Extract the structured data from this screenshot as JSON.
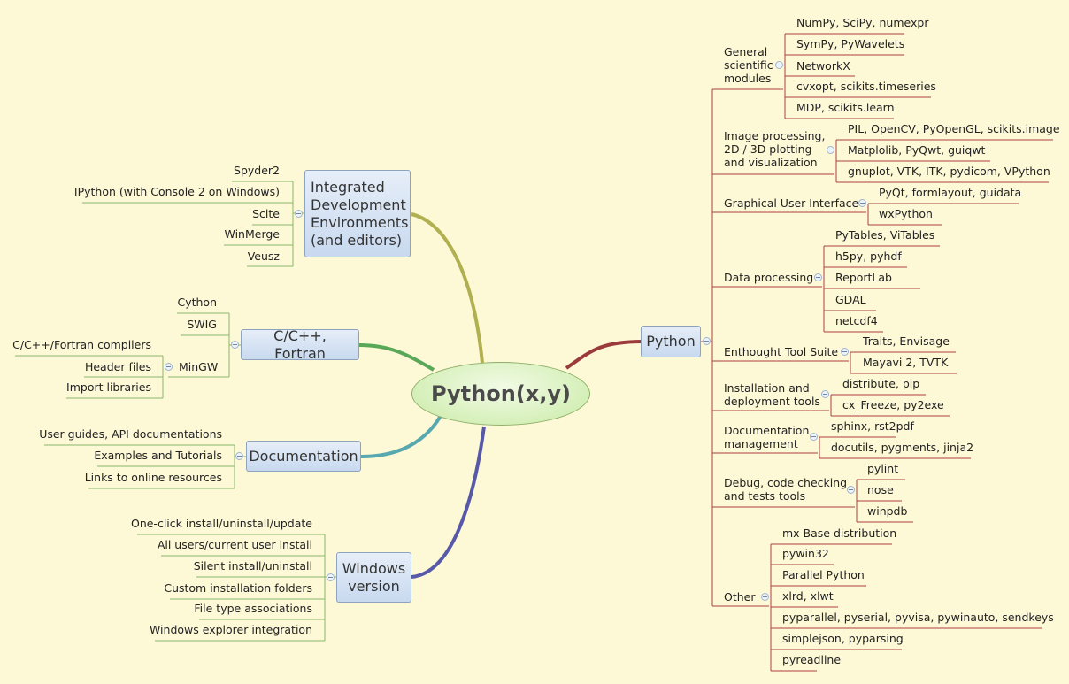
{
  "central": "Python(x,y)",
  "right": {
    "python": "Python",
    "groups": [
      {
        "label": "General scientific modules",
        "items": [
          "NumPy, SciPy, numexpr",
          "SymPy, PyWavelets",
          "NetworkX",
          "cvxopt, scikits.timeseries",
          "MDP, scikits.learn"
        ]
      },
      {
        "label": "Image processing, 2D / 3D plotting and visualization",
        "items": [
          "PIL, OpenCV, PyOpenGL, scikits.image",
          "Matplolib, PyQwt, guiqwt",
          "gnuplot, VTK, ITK, pydicom, VPython"
        ]
      },
      {
        "label": "Graphical User Interface",
        "items": [
          "PyQt, formlayout, guidata",
          "wxPython"
        ]
      },
      {
        "label": "Data processing",
        "items": [
          "PyTables, ViTables",
          "h5py, pyhdf",
          "ReportLab",
          "GDAL",
          "netcdf4"
        ]
      },
      {
        "label": "Enthought Tool Suite",
        "items": [
          "Traits, Envisage",
          "Mayavi 2, TVTK"
        ]
      },
      {
        "label": "Installation and deployment tools",
        "items": [
          "distribute, pip",
          "cx_Freeze, py2exe"
        ]
      },
      {
        "label": "Documentation management",
        "items": [
          "sphinx, rst2pdf",
          "docutils, pygments, jinja2"
        ]
      },
      {
        "label": "Debug, code checking and tests tools",
        "items": [
          "pylint",
          "nose",
          "winpdb"
        ]
      },
      {
        "label": "Other",
        "items": [
          "mx Base distribution",
          "pywin32",
          "Parallel Python",
          "xlrd, xlwt",
          "pyparallel, pyserial, pyvisa, pywinauto, sendkeys",
          "simplejson, pyparsing",
          "pyreadline"
        ]
      }
    ]
  },
  "left": {
    "ide": {
      "label": "Integrated Development Environments (and editors)",
      "items": [
        "Spyder2",
        "IPython (with Console 2 on Windows)",
        "Scite",
        "WinMerge",
        "Veusz"
      ]
    },
    "ccpp": {
      "label": "C/C++, Fortran",
      "items": [
        "Cython",
        "SWIG",
        "MinGW"
      ],
      "mingw_items": [
        "C/C++/Fortran compilers",
        "Header files",
        "Import libraries"
      ]
    },
    "doc": {
      "label": "Documentation",
      "items": [
        "User guides, API documentations",
        "Examples and Tutorials",
        "Links to online resources"
      ]
    },
    "win": {
      "label": "Windows version",
      "items": [
        "One-click install/uninstall/update",
        "All users/current user install",
        "Silent install/uninstall",
        "Custom installation folders",
        "File type associations",
        "Windows explorer integration"
      ]
    }
  },
  "colors": {
    "right_branch": "#9B3A3A",
    "ide_branch": "#B0B050",
    "ccpp_branch": "#58A858",
    "doc_branch": "#58A8B0",
    "win_branch": "#5858A8",
    "group_line": "#B04040",
    "left_line": "#86B86A"
  }
}
